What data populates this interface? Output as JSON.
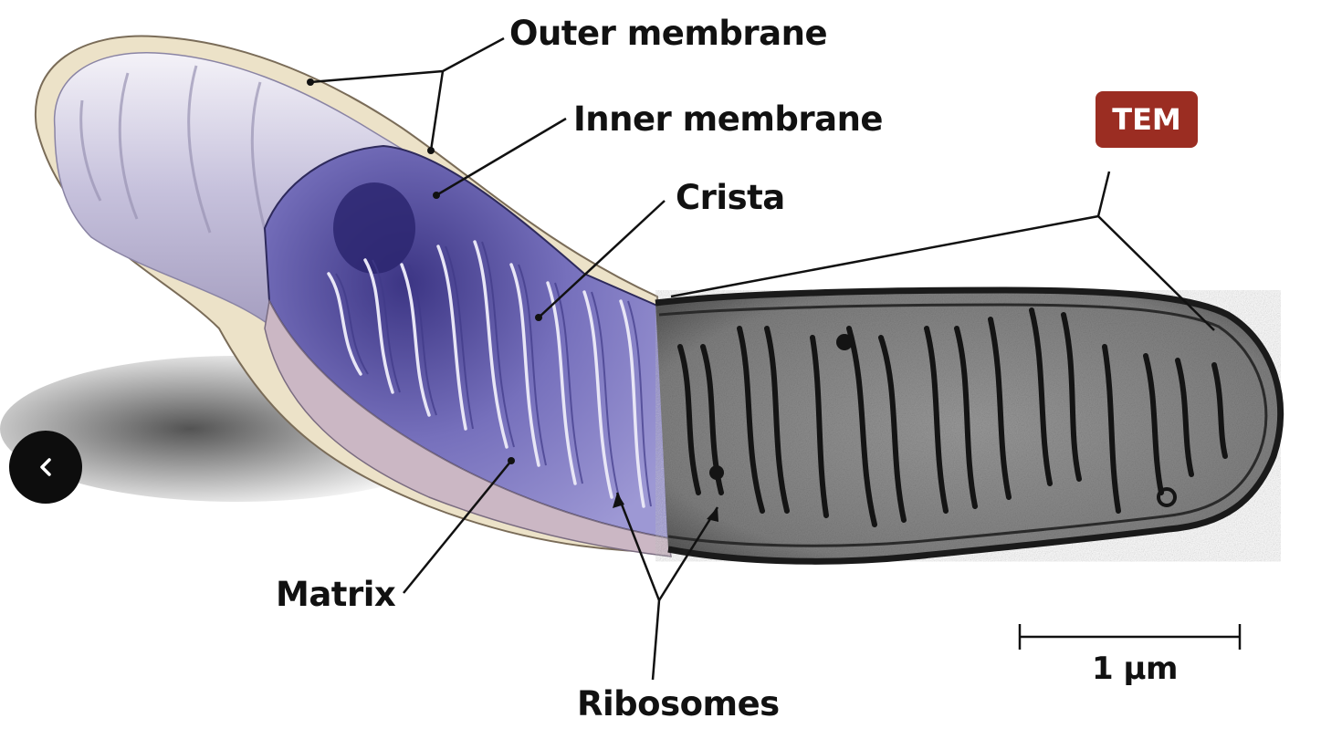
{
  "labels": {
    "outer_membrane": "Outer membrane",
    "inner_membrane": "Inner membrane",
    "crista": "Crista",
    "matrix": "Matrix",
    "ribosomes": "Ribosomes"
  },
  "badge": {
    "text": "TEM",
    "color": "#9b2d22"
  },
  "scale_bar": {
    "label": "1 µm"
  },
  "nav": {
    "back_icon": "chevron-left-icon"
  },
  "colors": {
    "outer_membrane": "#ece2c8",
    "drawing_tube": "#c8c3da",
    "cutaway_interior": "#6e68b4",
    "crista_fold": "#a8a4dc",
    "micrograph": "#8a8a8a"
  }
}
